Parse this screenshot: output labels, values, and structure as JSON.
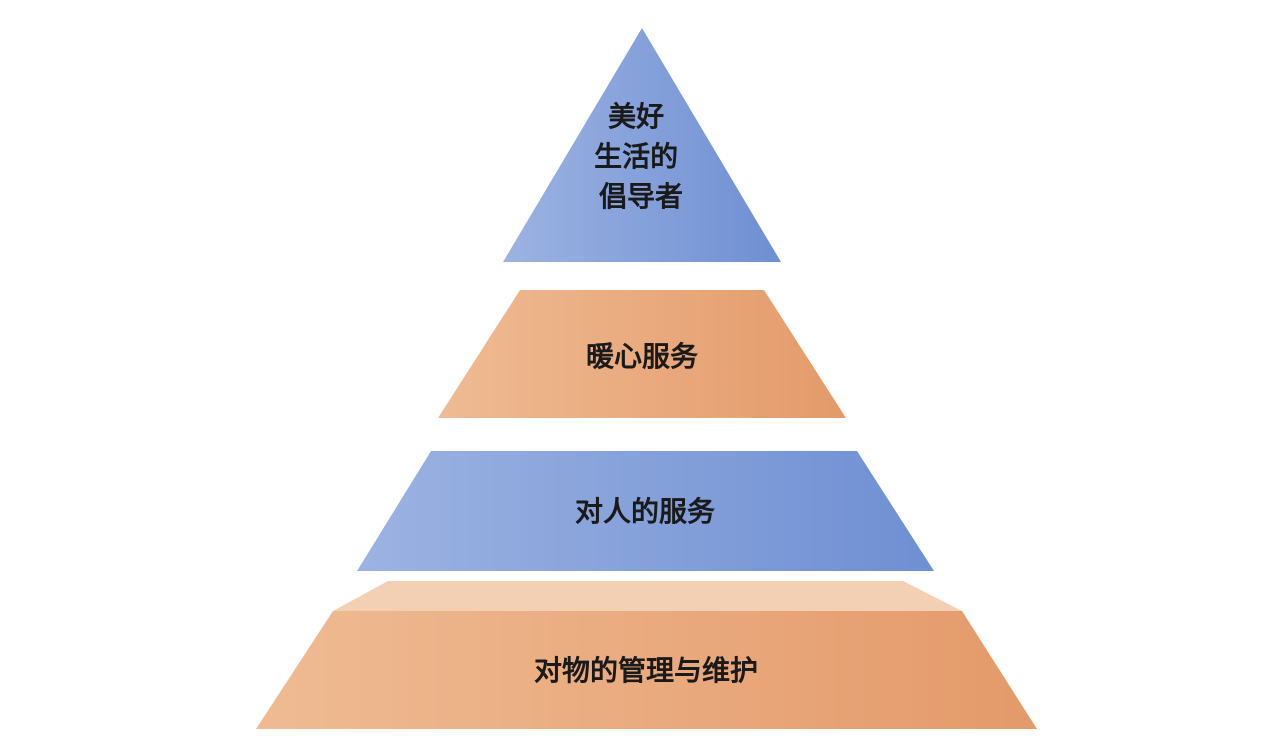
{
  "diagram": {
    "type": "pyramid",
    "tiers": [
      {
        "lines": [
          "美好",
          "生活的",
          "倡导者"
        ],
        "color": "blue"
      },
      {
        "lines": [
          "暖心服务"
        ],
        "color": "orange"
      },
      {
        "lines": [
          "对人的服务"
        ],
        "color": "blue"
      },
      {
        "lines": [
          "对物的管理与维护"
        ],
        "color": "orange"
      }
    ]
  },
  "colors": {
    "blue_light": "#9cb3e2",
    "blue_dark": "#6f8fd3",
    "orange_light": "#efbb93",
    "orange_dark": "#e49a6a",
    "orange_top": "#f3d0b3"
  }
}
